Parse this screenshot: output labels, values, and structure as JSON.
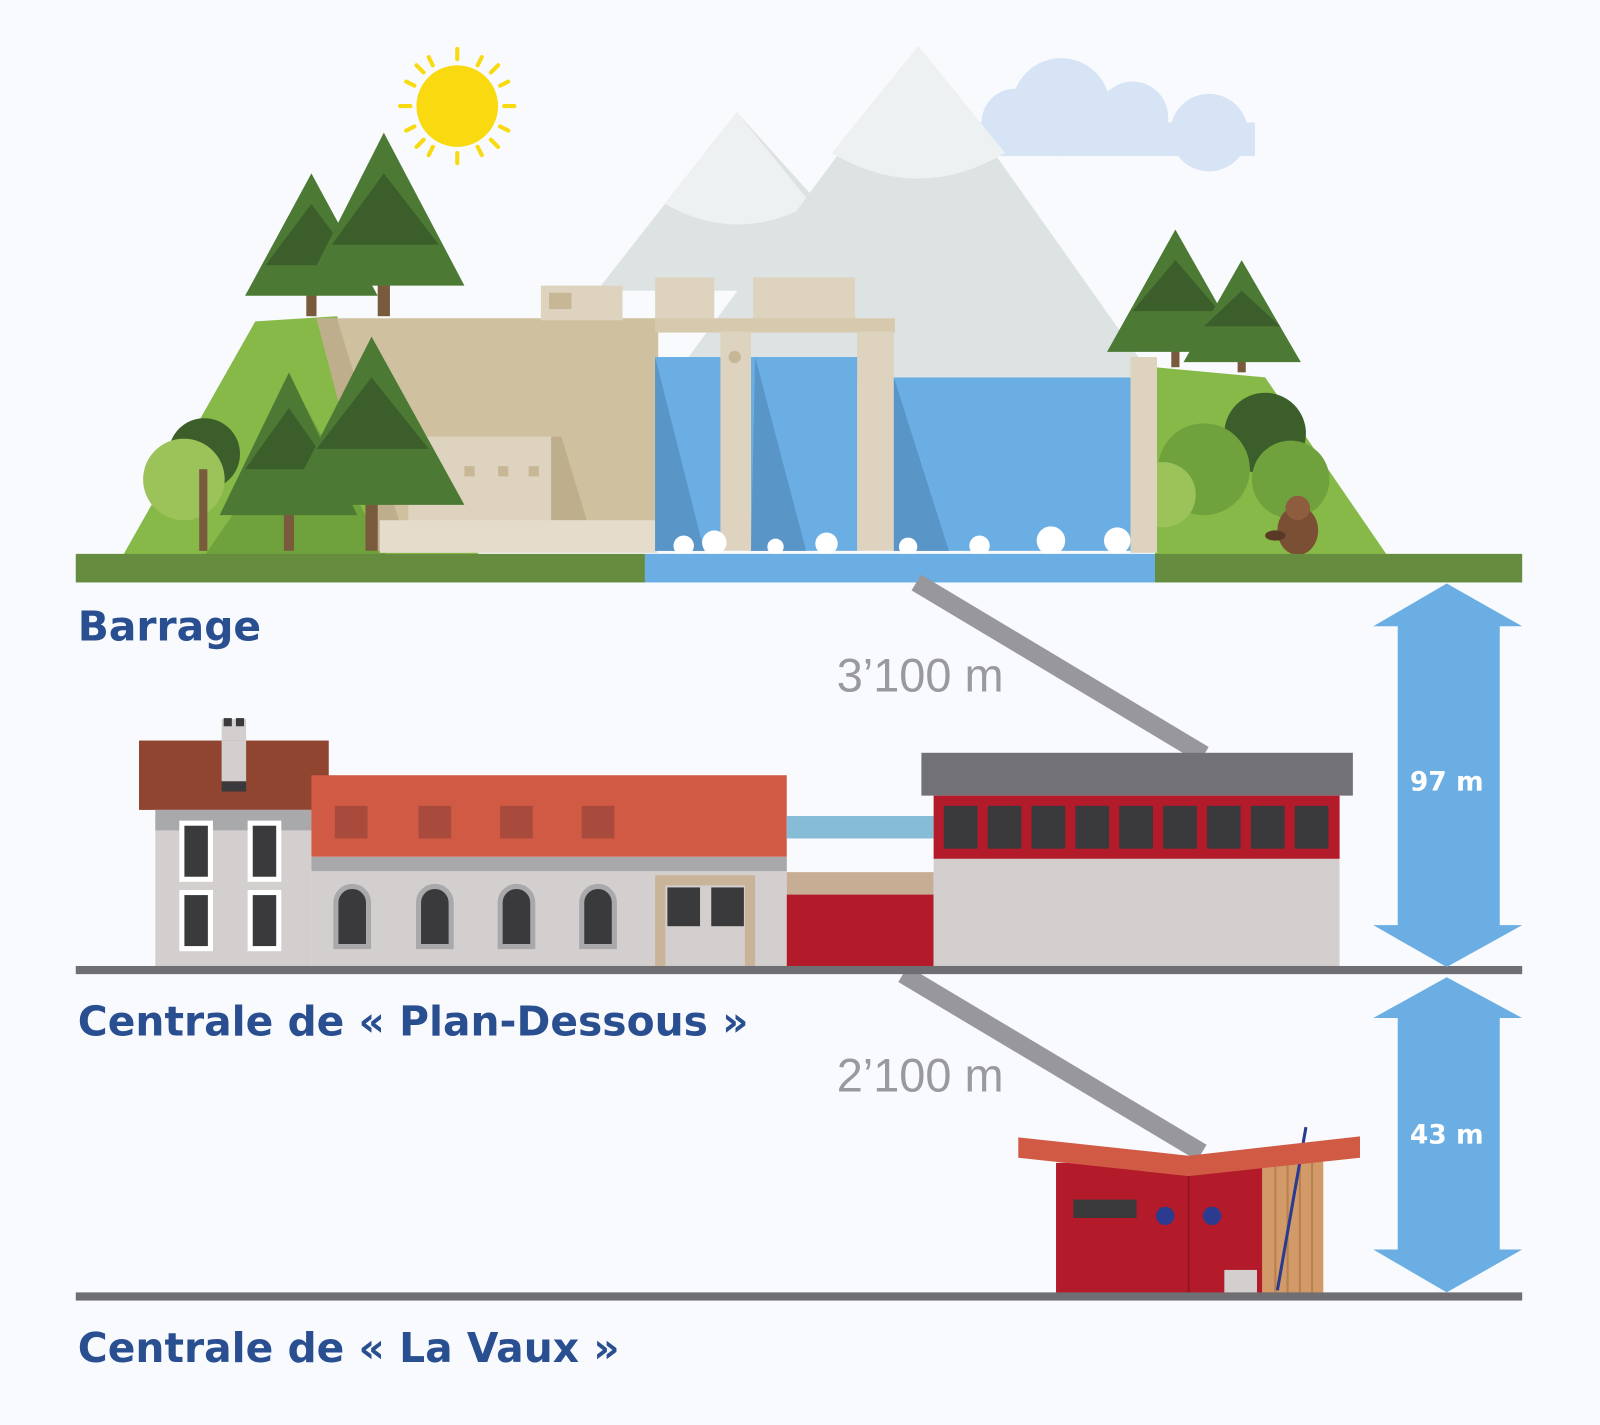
{
  "levels": {
    "dam": {
      "label": "Barrage"
    },
    "upper_plant": {
      "label": "Centrale de « Plan-Dessous »"
    },
    "lower_plant": {
      "label": "Centrale de « La Vaux »"
    }
  },
  "pipes": {
    "upper": {
      "length": "3’100 m"
    },
    "lower": {
      "length": "2’100 m"
    }
  },
  "heads": {
    "upper": {
      "height": "97 m"
    },
    "lower": {
      "height": "43 m"
    }
  },
  "colors": {
    "title": "#2a4f91",
    "water": "#6aaee3",
    "grass": "#658c3f",
    "pipe": "#98979c",
    "ground_line": "#6f6e73",
    "brick_red": "#b31b2b",
    "roof_orange": "#d05a44"
  }
}
